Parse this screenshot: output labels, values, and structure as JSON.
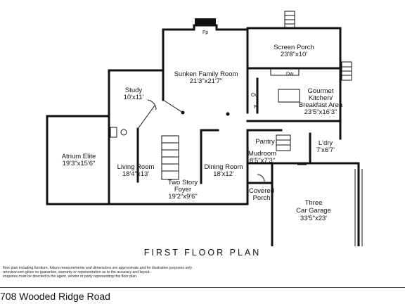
{
  "plan_title": "FIRST FLOOR PLAN",
  "address": "708 Wooded Ridge Road",
  "disclaimer_lines": [
    "floor plan including furniture, fixture measurements and dimensions are approximate and for illustrative purposes only.",
    "reroview.com gives no guarantee, warranty or representation as to the accuracy and layout.",
    "enquiries must be directed to the agent, vendor or party representing this floor plan."
  ],
  "rooms": {
    "fireplace": "Fp",
    "screen_porch": {
      "name": "Screen Porch",
      "dims": "23'8\"x10'"
    },
    "sunken_family_room": {
      "name": "Sunken Family Room",
      "dims": "21'3\"x21'7\""
    },
    "study": {
      "name": "Study",
      "dims": "10'x11'"
    },
    "kitchen": {
      "name1": "Gourmet",
      "name2": "Kitchen/",
      "name3": "Breakfast Area",
      "dims": "23'5\"x16'3\""
    },
    "dishwasher": "Dw",
    "oven": "Ov",
    "fridge": "F",
    "atrium": {
      "name": "Atrium Elite",
      "dims": "19'3\"x15'6\""
    },
    "living_room": {
      "name": "Living Room",
      "dims": "18'4\"x13'"
    },
    "foyer": {
      "name1": "Two Story",
      "name2": "Foyer",
      "dims": "19'2\"x9'6\""
    },
    "dining_room": {
      "name": "Dining Room",
      "dims": "18'x12'"
    },
    "pantry": "Pantry",
    "laundry": {
      "name": "L'dry",
      "dims": "7'x6'7'"
    },
    "mudroom": {
      "name": "Mudroom",
      "dims": "8'5\"x7'3\""
    },
    "covered_porch": {
      "name1": "Covered",
      "name2": "Porch"
    },
    "garage": {
      "name1": "Three",
      "name2": "Car Garage",
      "dims": "33'5\"x23'"
    }
  }
}
